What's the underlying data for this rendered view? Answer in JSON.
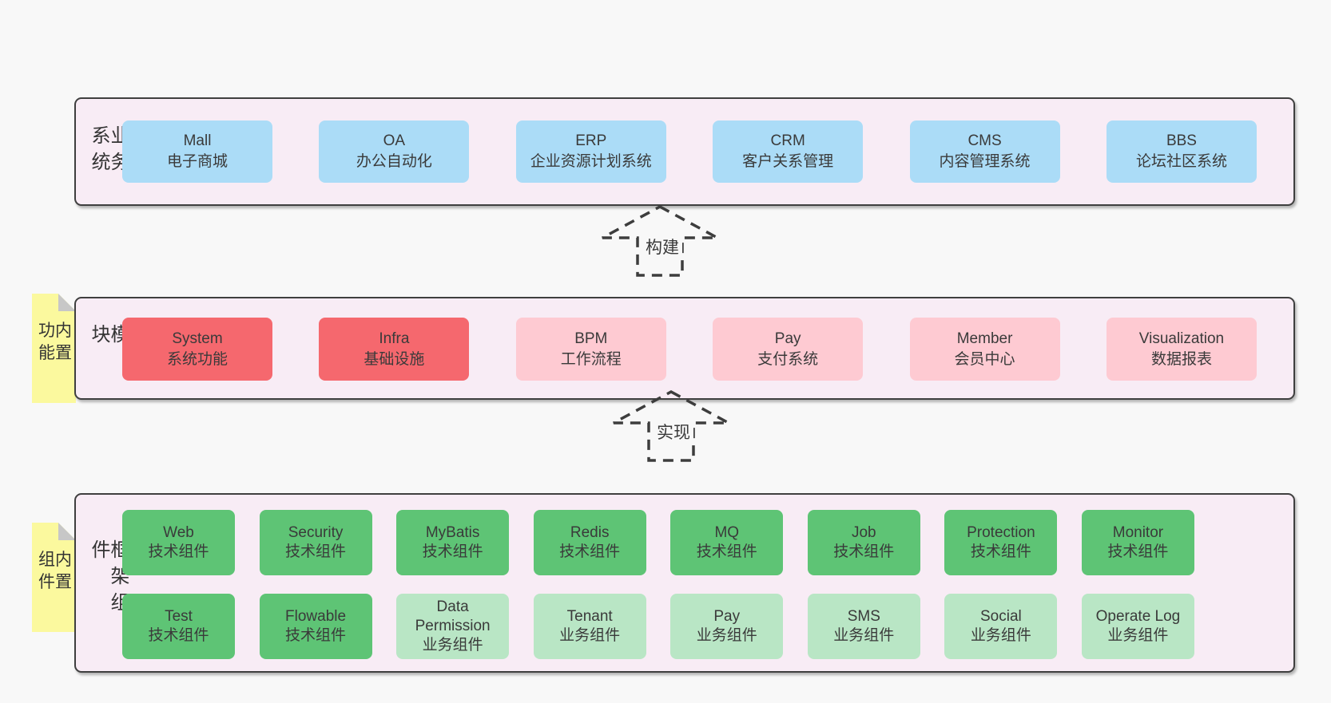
{
  "colors": {
    "page_background": "#f8f8f8",
    "container_fill": "#f8ecf5",
    "container_border": "#3f3f3f",
    "business_box_blue": "#abdcf7",
    "core_module_red": "#f5686e",
    "module_pink": "#fecad2",
    "tech_component_green": "#5ec475",
    "biz_component_light_green": "#b9e6c5",
    "sticky_note_yellow": "#fbf99e",
    "sticky_note_fold_gray": "#c7c7c7",
    "text": "#3a3a3a"
  },
  "arrows": [
    {
      "label": "构建"
    },
    {
      "label": "实现"
    }
  ],
  "layers": [
    {
      "label": "业务系统",
      "boxes": [
        {
          "name": "Mall",
          "desc": "电子商城"
        },
        {
          "name": "OA",
          "desc": "办公自动化"
        },
        {
          "name": "ERP",
          "desc": "企业资源计划系统"
        },
        {
          "name": "CRM",
          "desc": "客户关系管理"
        },
        {
          "name": "CMS",
          "desc": "内容管理系统"
        },
        {
          "name": "BBS",
          "desc": "论坛社区系统"
        }
      ]
    },
    {
      "label": "通用模块",
      "note": "内置功能",
      "boxes": [
        {
          "name": "System",
          "desc": "系统功能"
        },
        {
          "name": "Infra",
          "desc": "基础设施"
        },
        {
          "name": "BPM",
          "desc": "工作流程"
        },
        {
          "name": "Pay",
          "desc": "支付系统"
        },
        {
          "name": "Member",
          "desc": "会员中心"
        },
        {
          "name": "Visualization",
          "desc": "数据报表"
        }
      ]
    },
    {
      "label": "框架组件",
      "note": "内置组件",
      "rows": [
        [
          {
            "name": "Web",
            "desc": "技术组件"
          },
          {
            "name": "Security",
            "desc": "技术组件"
          },
          {
            "name": "MyBatis",
            "desc": "技术组件"
          },
          {
            "name": "Redis",
            "desc": "技术组件"
          },
          {
            "name": "MQ",
            "desc": "技术组件"
          },
          {
            "name": "Job",
            "desc": "技术组件"
          },
          {
            "name": "Protection",
            "desc": "技术组件"
          },
          {
            "name": "Monitor",
            "desc": "技术组件"
          }
        ],
        [
          {
            "name": "Test",
            "desc": "技术组件"
          },
          {
            "name": "Flowable",
            "desc": "技术组件"
          },
          {
            "name": "Data Permission",
            "desc": "业务组件"
          },
          {
            "name": "Tenant",
            "desc": "业务组件"
          },
          {
            "name": "Pay",
            "desc": "业务组件"
          },
          {
            "name": "SMS",
            "desc": "业务组件"
          },
          {
            "name": "Social",
            "desc": "业务组件"
          },
          {
            "name": "Operate Log",
            "desc": "业务组件"
          }
        ]
      ]
    }
  ]
}
